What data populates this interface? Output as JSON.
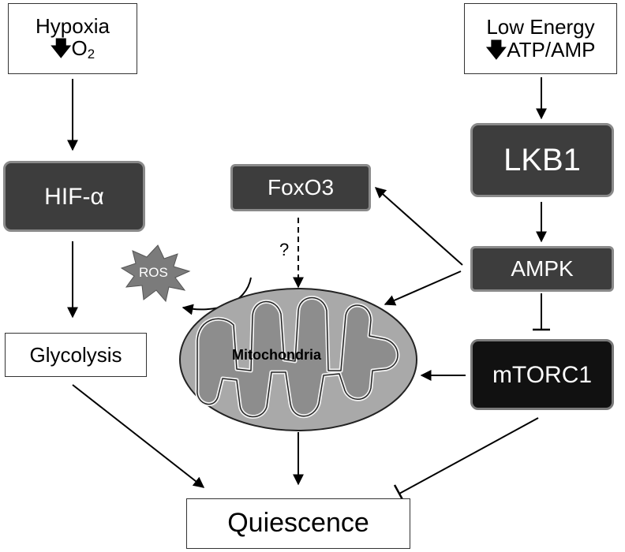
{
  "nodes": {
    "hypoxia": {
      "line1": "Hypoxia",
      "arrow": "🡇",
      "line2_main": "O",
      "line2_sub": "2"
    },
    "low_energy": {
      "line1": "Low Energy",
      "arrow": "🡇",
      "line2": "ATP/AMP"
    },
    "hif": {
      "label": "HIF-α"
    },
    "lkb1": {
      "label": "LKB1"
    },
    "foxo3": {
      "label": "FoxO3"
    },
    "ampk": {
      "label": "AMPK"
    },
    "glycolysis": {
      "label": "Glycolysis"
    },
    "mtorc1": {
      "label": "mTORC1"
    },
    "mitochondria": {
      "label": "Mitochondria"
    },
    "ros": {
      "label": "ROS"
    },
    "quiescence": {
      "label": "Quiescence"
    },
    "question": {
      "label": "?"
    }
  },
  "colors": {
    "dark_box": "#3d3d3d",
    "black_box": "#111111",
    "mito_fill": "#a9a9a9",
    "ros_fill": "#7b7b7b"
  }
}
